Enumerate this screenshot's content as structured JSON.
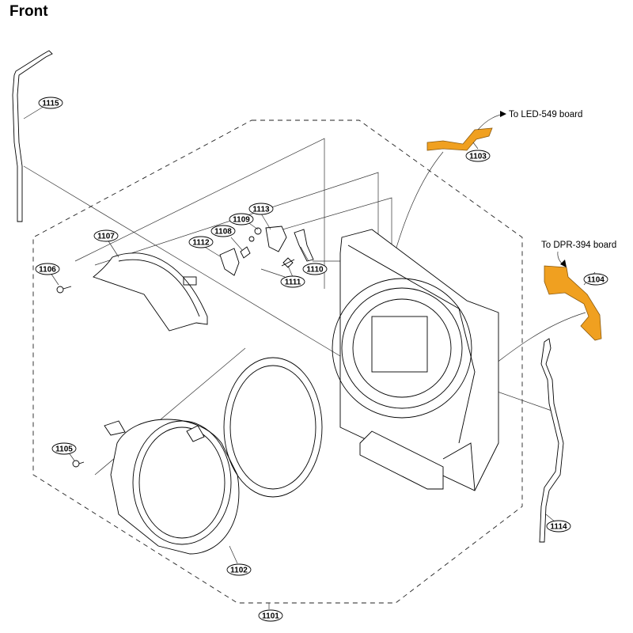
{
  "title": "Front",
  "accent_color": "#f0a020",
  "callouts": {
    "led_board": "To LED-549 board",
    "dpr_board": "To DPR-394 board"
  },
  "parts": {
    "p1101": "1101",
    "p1102": "1102",
    "p1103": "1103",
    "p1104": "1104",
    "p1105": "1105",
    "p1106": "1106",
    "p1107": "1107",
    "p1108": "1108",
    "p1109": "1109",
    "p1110": "1110",
    "p1111": "1111",
    "p1112": "1112",
    "p1113": "1113",
    "p1114": "1114",
    "p1115": "1115"
  }
}
